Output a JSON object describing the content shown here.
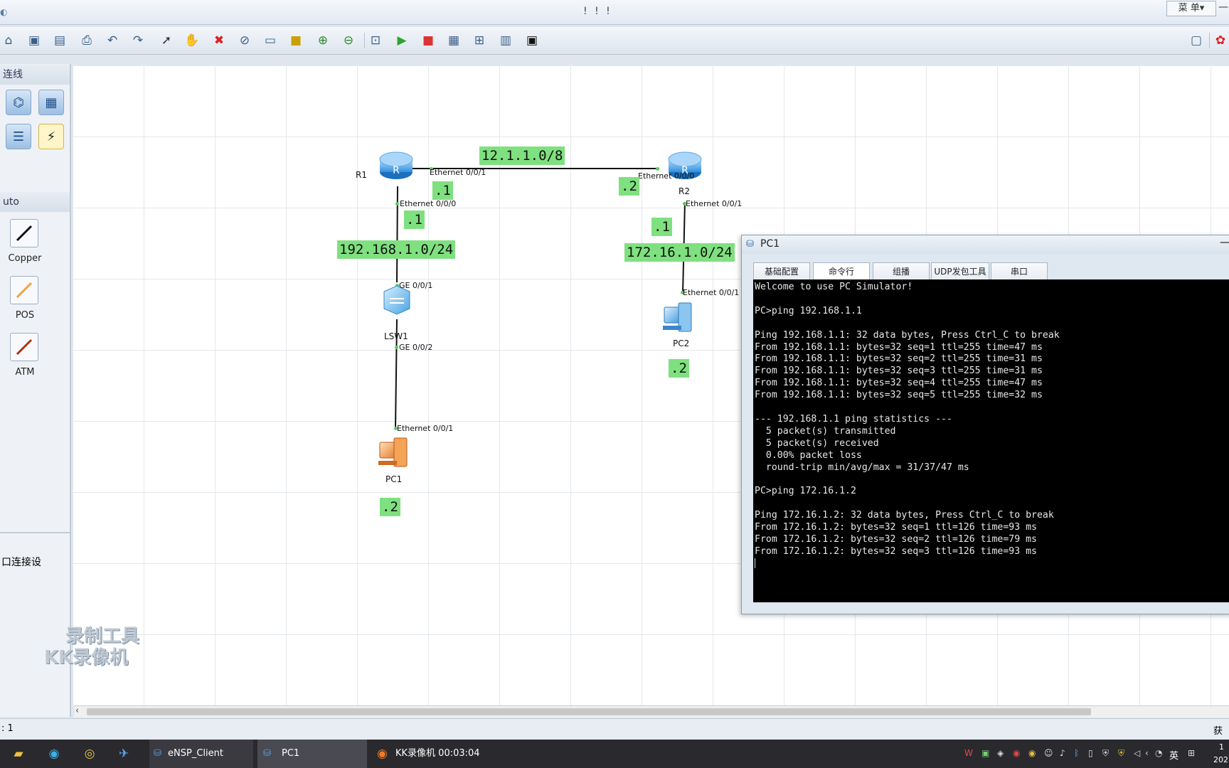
{
  "window": {
    "title": "! ! !",
    "menu_label": "菜 单▾",
    "minimize": "—"
  },
  "left_panel": {
    "section1_title": "连线",
    "section2_title": "uto",
    "cables": [
      {
        "label": "Copper"
      },
      {
        "label": "POS"
      },
      {
        "label": "ATM"
      }
    ],
    "bottom_text": "口连接设",
    "watermark_line1": "录制工具",
    "watermark_line2": "KK录像机"
  },
  "topology": {
    "devices": {
      "r1": "R1",
      "r2": "R2",
      "lsw1": "LSW1",
      "pc1": "PC1",
      "pc2": "PC2"
    },
    "ports": {
      "r1_e001": "Ethernet 0/0/1",
      "r1_e000": "Ethernet 0/0/0",
      "r2_e000": "Ethernet 0/0/0",
      "r2_e001": "Ethernet 0/0/1",
      "lsw1_ge001": "GE 0/0/1",
      "lsw1_ge002": "GE 0/0/2",
      "pc1_e001": "Ethernet 0/0/1",
      "pc2_e001": "Ethernet 0/0/1"
    },
    "labels": {
      "net_12": "12.1.1.0/8",
      "net_192": "192.168.1.0/24",
      "net_172": "172.16.1.0/24",
      "r1_wan": ".1",
      "r2_wan": ".2",
      "r1_lan": ".1",
      "r2_lan": ".1",
      "pc1_host": ".2",
      "pc2_host": ".2"
    }
  },
  "pc_window": {
    "title": "PC1",
    "tabs": [
      "基础配置",
      "命令行",
      "组播",
      "UDP发包工具",
      "串口"
    ],
    "active_tab": "命令行",
    "console": [
      "Welcome to use PC Simulator!",
      "",
      "PC>ping 192.168.1.1",
      "",
      "Ping 192.168.1.1: 32 data bytes, Press Ctrl_C to break",
      "From 192.168.1.1: bytes=32 seq=1 ttl=255 time=47 ms",
      "From 192.168.1.1: bytes=32 seq=2 ttl=255 time=31 ms",
      "From 192.168.1.1: bytes=32 seq=3 ttl=255 time=31 ms",
      "From 192.168.1.1: bytes=32 seq=4 ttl=255 time=47 ms",
      "From 192.168.1.1: bytes=32 seq=5 ttl=255 time=32 ms",
      "",
      "--- 192.168.1.1 ping statistics ---",
      "  5 packet(s) transmitted",
      "  5 packet(s) received",
      "  0.00% packet loss",
      "  round-trip min/avg/max = 31/37/47 ms",
      "",
      "PC>ping 172.16.1.2",
      "",
      "Ping 172.16.1.2: 32 data bytes, Press Ctrl_C to break",
      "From 172.16.1.2: bytes=32 seq=1 ttl=126 time=93 ms",
      "From 172.16.1.2: bytes=32 seq=2 ttl=126 time=79 ms",
      "From 172.16.1.2: bytes=32 seq=3 ttl=126 time=93 ms"
    ]
  },
  "status_bar": {
    "left": ": 1",
    "right": "获取"
  },
  "taskbar": {
    "items": [
      {
        "label": "eNSP_Client"
      },
      {
        "label": "PC1"
      },
      {
        "label": "KK录像机 00:03:04"
      }
    ],
    "ime": "英",
    "clock_line1": "1",
    "clock_line2": "202"
  }
}
